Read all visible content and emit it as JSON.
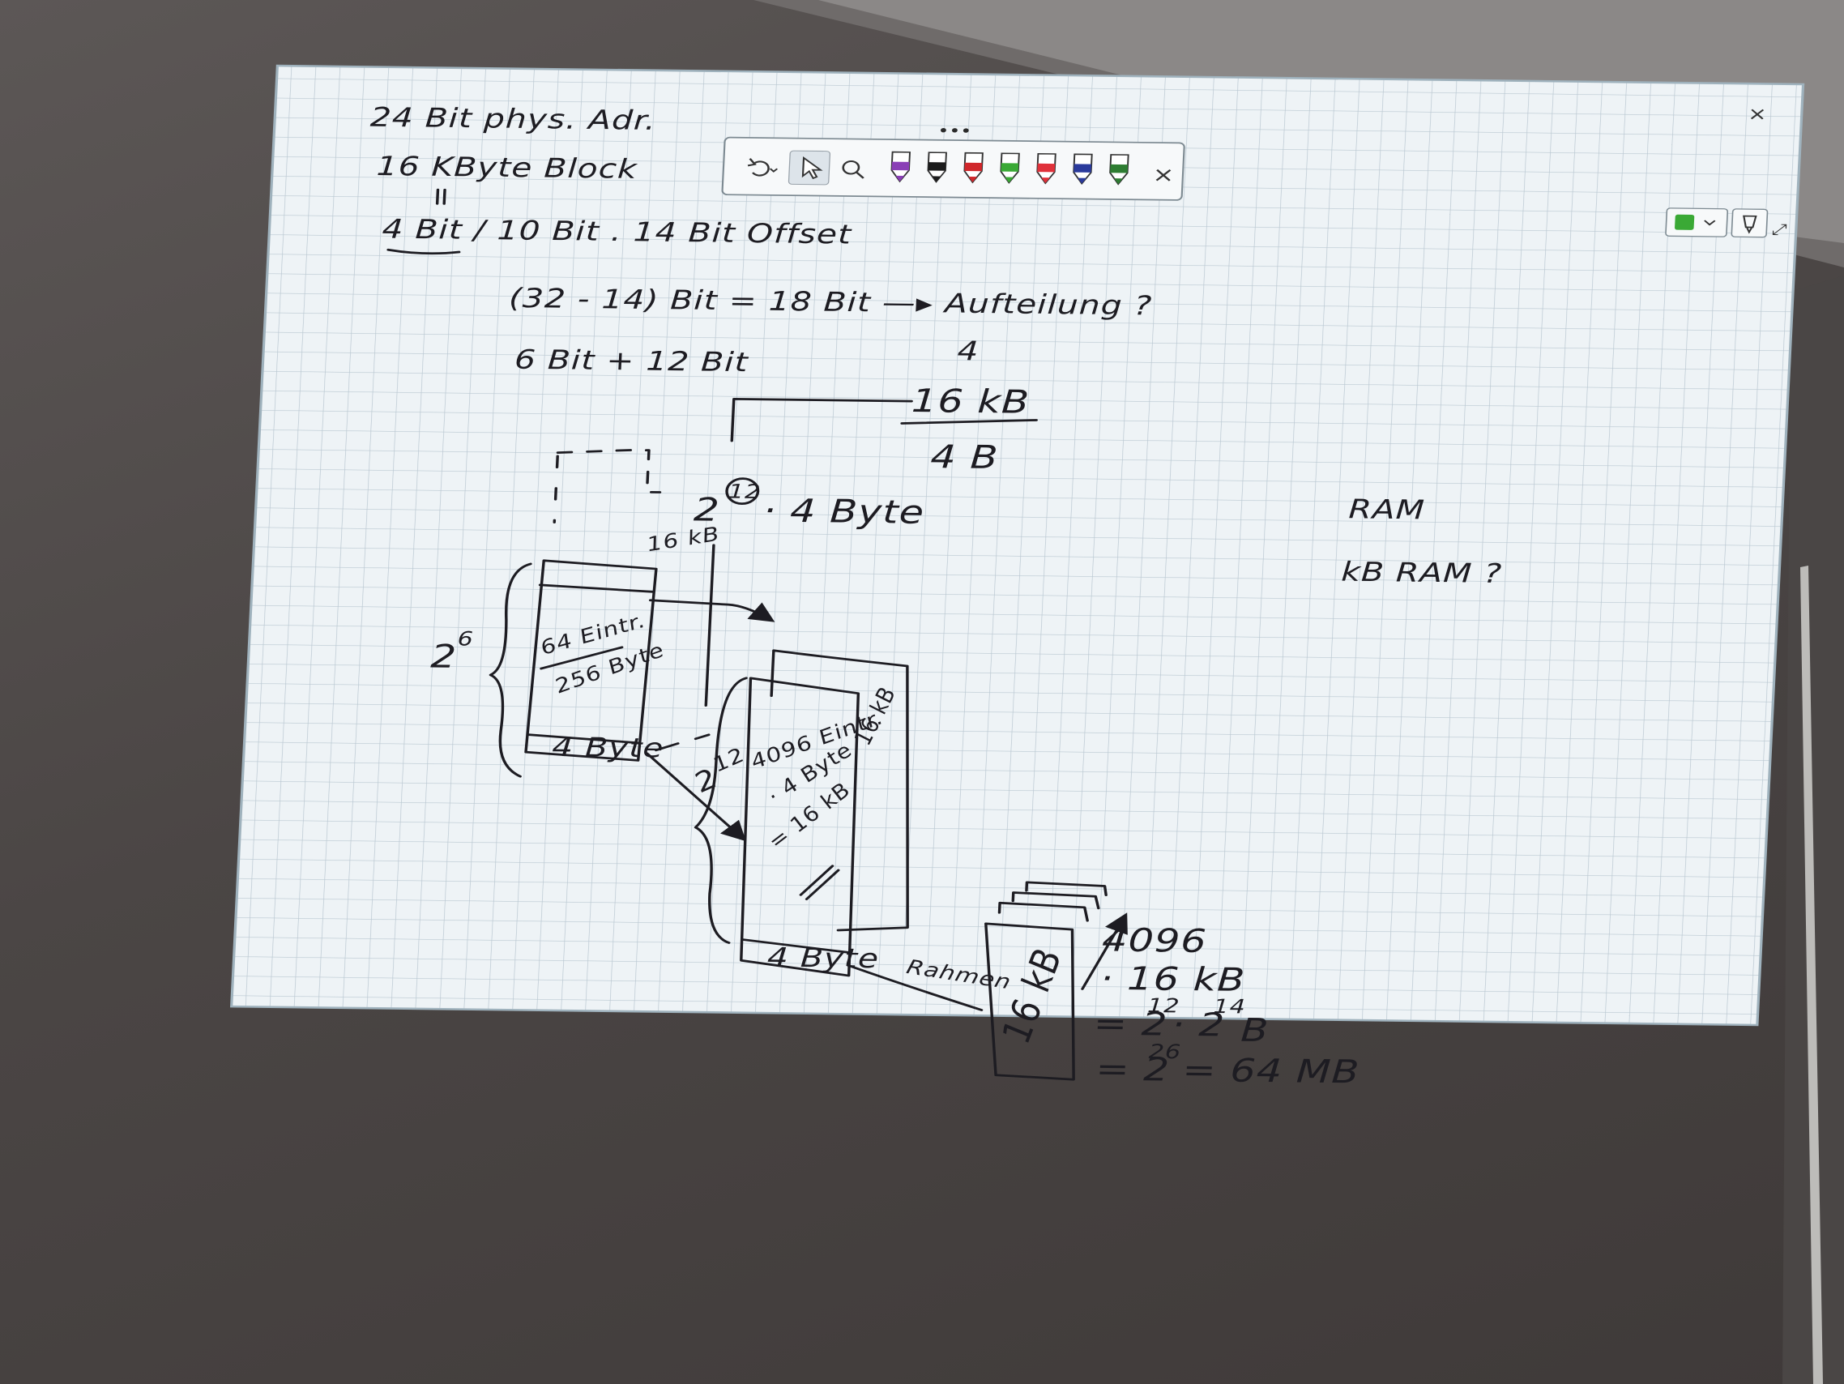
{
  "canvas_ui": {
    "drag_handle": "•••",
    "close_glyph": "×",
    "expand_glyph": "⤢",
    "toolbar": {
      "tools": [
        {
          "name": "undo",
          "icon": "undo-icon"
        },
        {
          "name": "select",
          "icon": "cursor-icon"
        },
        {
          "name": "search",
          "icon": "search-icon"
        }
      ],
      "pens": [
        {
          "name": "pen-purple",
          "color": "#8a3fb6"
        },
        {
          "name": "pen-black",
          "color": "#1c1c1c"
        },
        {
          "name": "pen-red",
          "color": "#d0272b"
        },
        {
          "name": "pen-green",
          "color": "#3aa935"
        },
        {
          "name": "highlighter-red",
          "color": "#e0313a"
        },
        {
          "name": "pen-blue",
          "color": "#2a3a9c"
        },
        {
          "name": "pen-dark-green",
          "color": "#2e7d32"
        }
      ],
      "close_glyph": "×"
    },
    "corner_tools": {
      "page_color": "#3aa935"
    }
  },
  "notes": {
    "line1": "24 Bit  phys. Adr.",
    "line2": "16 KByte  Block",
    "line3": "4 Bit / 10 Bit . 14 Bit  Offset",
    "line4": "(32 - 14) Bit = 18 Bit  —▸  Aufteilung ?",
    "line5": "6 Bit  +  12 Bit",
    "frac_top": "4",
    "frac_num": "16 kB",
    "frac_den": "4 B",
    "pow_expr": "2",
    "pow_circled": "12",
    "pow_rest": "· 4 Byte",
    "label_16kb_slant": "16 kB",
    "label_2_6": "2",
    "label_2_6_exp": "6",
    "table1_line1": "64 Eintr.",
    "table1_line2": "256 Byte",
    "table1_footer": "4 Byte",
    "label_2_12": "2",
    "label_2_12_exp": "12",
    "table2_line1": "4096 Eintr.",
    "table2_line2": "· 4 Byte",
    "table2_line3": "= 16 kB",
    "table2_footer": "4 Byte",
    "back_page_label": "16 kB",
    "rahmen_label": "Rahmen",
    "frame_label": "16 kB",
    "calc1": "4096",
    "calc2": "· 16 kB",
    "calc3_base1": "= 2",
    "calc3_exp1": "12",
    "calc3_base2": "· 2",
    "calc3_exp2": "14",
    "calc3_unit": "B",
    "calc4_base": "= 2",
    "calc4_exp": "26",
    "calc4_rest": "= 64 MB",
    "side1": "RAM",
    "side2": "kB RAM ?"
  }
}
